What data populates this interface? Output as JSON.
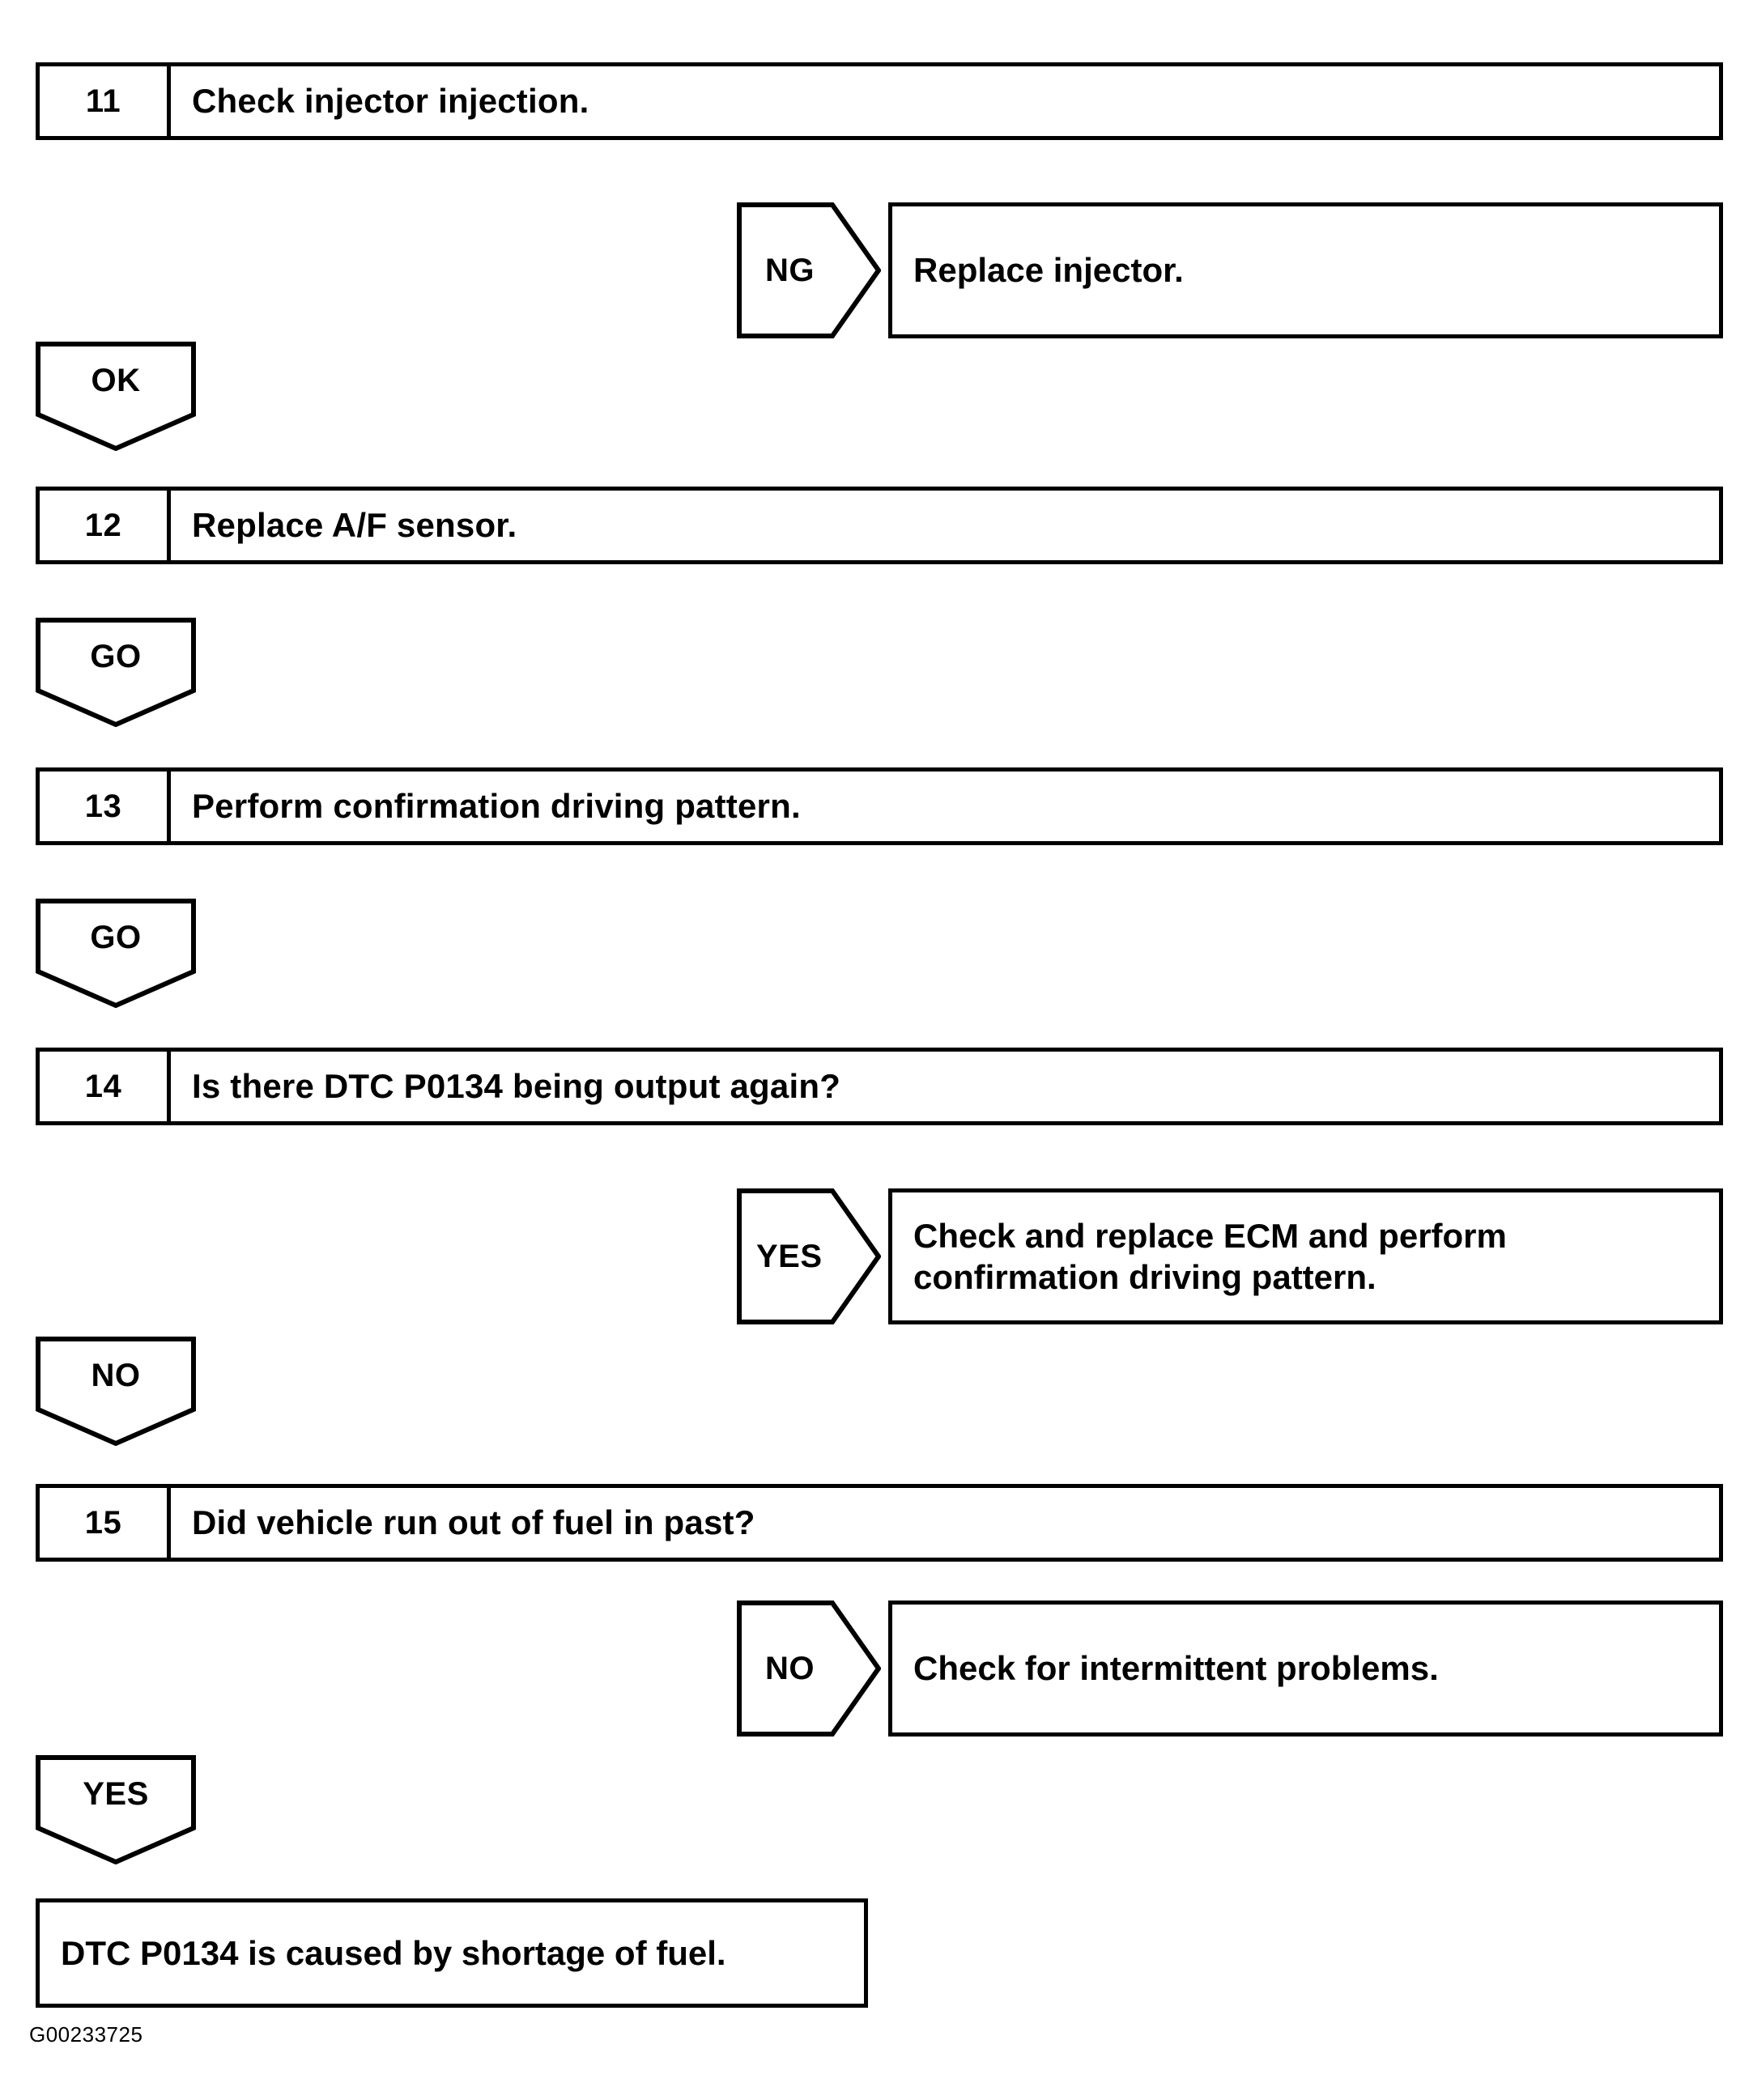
{
  "figure": {
    "id_label": "G00233725",
    "line_color": "#000000",
    "background": "#ffffff"
  },
  "steps": [
    {
      "number": "11",
      "text": "Check injector injection."
    },
    {
      "number": "12",
      "text": "Replace A/F sensor."
    },
    {
      "number": "13",
      "text": "Perform confirmation driving pattern."
    },
    {
      "number": "14",
      "text": "Is there DTC P0134 being output again?"
    },
    {
      "number": "15",
      "text": "Did vehicle run out of fuel in past?"
    }
  ],
  "branches": {
    "ng_injector": {
      "label": "NG",
      "result": "Replace injector."
    },
    "ok_to_step12": {
      "label": "OK"
    },
    "go_to_step13": {
      "label": "GO"
    },
    "go_to_step14": {
      "label": "GO"
    },
    "yes_ecm": {
      "label": "YES",
      "result_line1": "Check and replace ECM and perform",
      "result_line2": "confirmation driving pattern."
    },
    "no_to_step15": {
      "label": "NO"
    },
    "no_intermittent": {
      "label": "NO",
      "result": "Check for intermittent problems."
    },
    "yes_shortage": {
      "label": "YES"
    }
  },
  "conclusion": {
    "text": "DTC P0134 is caused by shortage of fuel."
  }
}
